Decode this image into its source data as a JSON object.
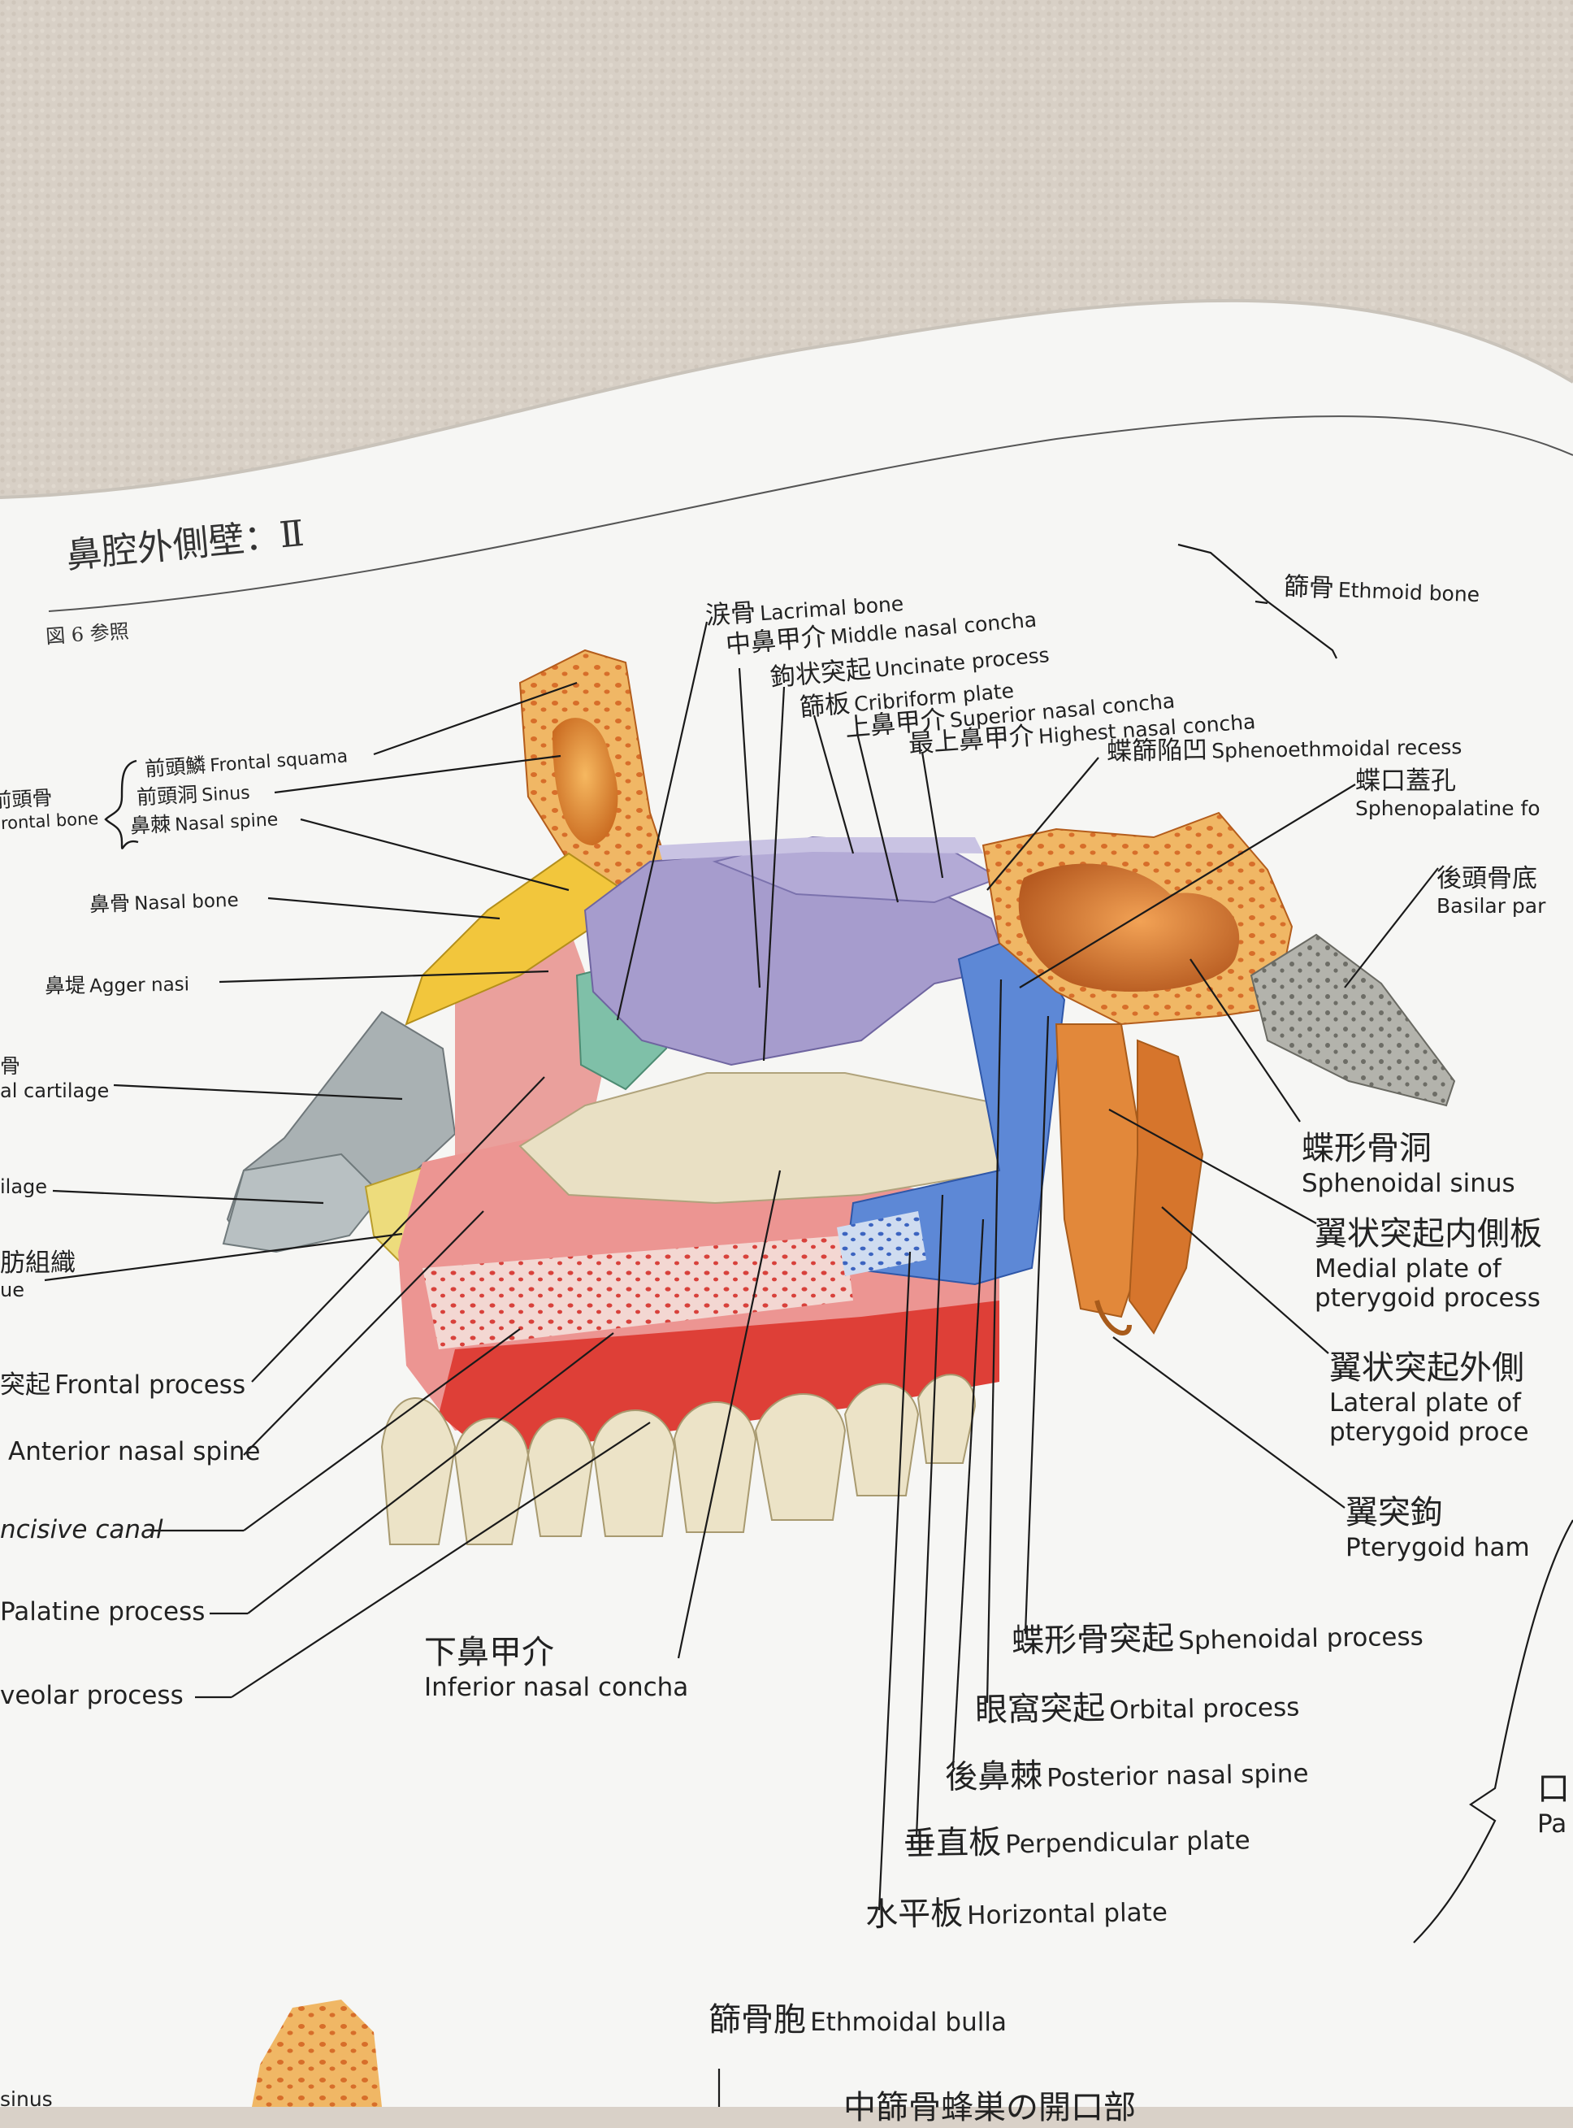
{
  "page": {
    "title": "鼻腔外側壁：Ⅱ",
    "ref": "図 6 参照"
  },
  "top_labels": [
    {
      "jp": "涙骨",
      "en": "Lacrimal bone"
    },
    {
      "jp": "中鼻甲介",
      "en": "Middle nasal concha"
    },
    {
      "jp": "鉤状突起",
      "en": "Uncinate process"
    },
    {
      "jp": "篩板",
      "en": "Cribriform plate"
    },
    {
      "jp": "上鼻甲介",
      "en": "Superior nasal concha"
    },
    {
      "jp": "最上鼻甲介",
      "en": "Highest nasal concha"
    }
  ],
  "ethmoid": {
    "jp": "篩骨",
    "en": "Ethmoid bone"
  },
  "frontal_group": {
    "jp": "前頭骨",
    "en": "rontal bone",
    "items": [
      {
        "jp": "前頭鱗",
        "en": "Frontal squama"
      },
      {
        "jp": "前頭洞",
        "en": "Sinus"
      },
      {
        "jp": "鼻棘",
        "en": "Nasal spine"
      }
    ]
  },
  "left_labels": [
    {
      "jp": "鼻骨",
      "en": "Nasal bone"
    },
    {
      "jp": "鼻堤",
      "en": "Agger nasi"
    },
    {
      "jp": "骨",
      "en": "al cartilage"
    },
    {
      "jp": "",
      "en": "ilage"
    },
    {
      "jp": "肪組織",
      "en": "ue"
    }
  ],
  "left_bottom_labels": [
    {
      "jp": "突起",
      "en": "Frontal process"
    },
    {
      "jp": "",
      "en": "Anterior nasal spine"
    },
    {
      "jp": "",
      "en": "ncisive canal"
    },
    {
      "jp": "",
      "en": "Palatine process"
    },
    {
      "jp": "",
      "en": "veolar process"
    }
  ],
  "inferior_concha": {
    "jp": "下鼻甲介",
    "en": "Inferior nasal concha"
  },
  "right_labels": [
    {
      "jp": "蝶篩陥凹",
      "en": "Sphenoethmoidal recess"
    },
    {
      "jp": "蝶口蓋孔",
      "en": "Sphenopalatine fo"
    },
    {
      "jp": "後頭骨底",
      "en": "Basilar par"
    },
    {
      "jp": "蝶形骨洞",
      "en": "Sphenoidal sinus"
    },
    {
      "jp": "翼状突起内側板",
      "en1": "Medial plate of",
      "en2": "pterygoid process"
    },
    {
      "jp": "翼状突起外側",
      "en1": "Lateral plate of",
      "en2": "pterygoid proce"
    },
    {
      "jp": "翼突鉤",
      "en": "Pterygoid ham"
    }
  ],
  "palatine_labels": [
    {
      "jp": "蝶形骨突起",
      "en": "Sphenoidal process"
    },
    {
      "jp": "眼窩突起",
      "en": "Orbital process"
    },
    {
      "jp": "後鼻棘",
      "en": "Posterior nasal spine"
    },
    {
      "jp": "垂直板",
      "en": "Perpendicular plate"
    },
    {
      "jp": "水平板",
      "en": "Horizontal plate"
    }
  ],
  "bottom": {
    "bulla": {
      "jp": "篩骨胞",
      "en": "Ethmoidal bulla"
    },
    "partial1": "中篩骨蜂巣の開口部",
    "partial2": "sinus",
    "right_partial1": "口",
    "right_partial2": "Pa"
  },
  "colors": {
    "paper": "#f6f6f5",
    "background": "#d9d1c8",
    "frontal": "#f2a64c",
    "nasal_bone": "#f1c53b",
    "lacrimal": "#7fbfa8",
    "ethmoid_purple": "#a59bcc",
    "palatine_blue": "#5c88d6",
    "maxilla_red": "#e0453d",
    "maxilla_pink": "#ec9a98",
    "sphenoid": "#e2873a",
    "inferior_concha": "#e9e0c4",
    "occipital": "#a8a8a2",
    "cartilage": "#a7b0b2",
    "tooth": "#ebe2c6"
  }
}
